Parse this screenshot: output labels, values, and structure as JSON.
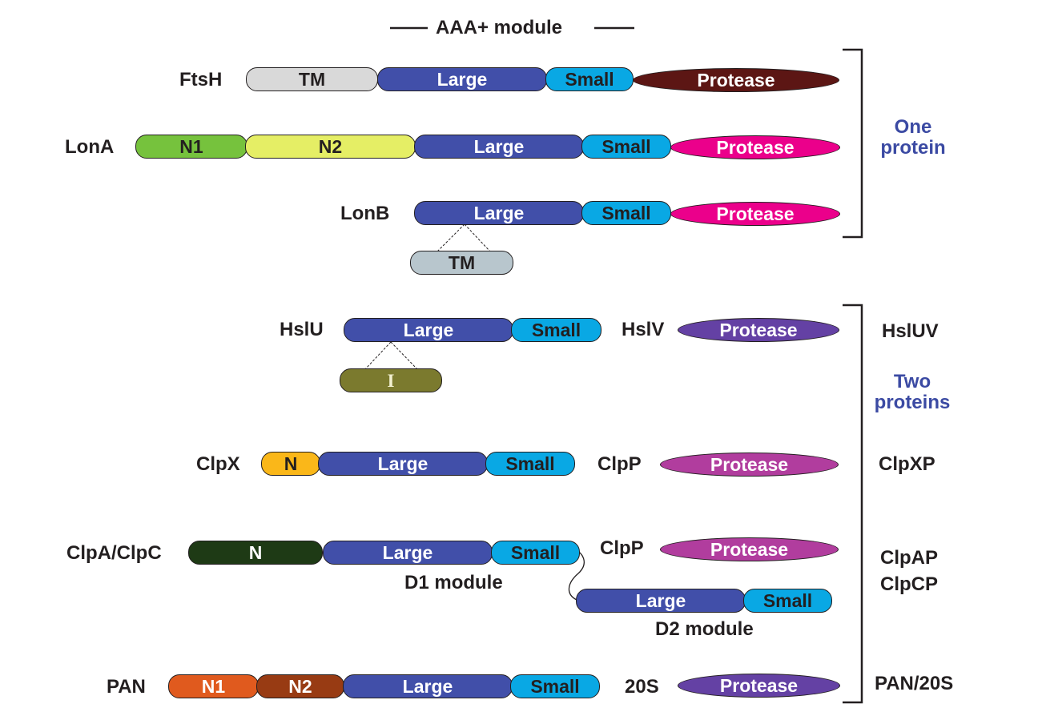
{
  "header": {
    "title": "AAA+ module"
  },
  "colors": {
    "large": "#414fa9",
    "small": "#09a8e4",
    "ftsh_protease": "#5c1614",
    "lon_protease": "#eb008b",
    "hslv_protease": "#6441a4",
    "clpp_protease": "#b13d9e",
    "tm_light": "#d9d9d9",
    "tm_blue": "#b8c6cd",
    "lon_n1": "#76c23d",
    "lon_n2": "#e5ee65",
    "insert": "#7b7a2e",
    "clpx_n": "#fab719",
    "clpa_n": "#1e3a15",
    "pan_n1": "#e05a1e",
    "pan_n2": "#983b13",
    "group_label": "#3b4aa3"
  },
  "groups": {
    "one_protein": "One\nprotein",
    "two_proteins": "Two\nproteins"
  },
  "rows": {
    "ftsh": {
      "name": "FtsH",
      "tm": "TM",
      "large": "Large",
      "small": "Small",
      "protease": "Protease"
    },
    "lona": {
      "name": "LonA",
      "n1": "N1",
      "n2": "N2",
      "large": "Large",
      "small": "Small",
      "protease": "Protease"
    },
    "lonb": {
      "name": "LonB",
      "large": "Large",
      "small": "Small",
      "protease": "Protease",
      "insert": "TM"
    },
    "hslu": {
      "name": "HslU",
      "large": "Large",
      "small": "Small",
      "insert": "I",
      "partner": "HslV",
      "protease": "Protease",
      "complex": "HslUV"
    },
    "clpx": {
      "name": "ClpX",
      "n": "N",
      "large": "Large",
      "small": "Small",
      "partner": "ClpP",
      "protease": "Protease",
      "complex": "ClpXP"
    },
    "clpa": {
      "name": "ClpA/ClpC",
      "n": "N",
      "large": "Large",
      "small": "Small",
      "d1": "D1 module",
      "large2": "Large",
      "small2": "Small",
      "d2": "D2 module",
      "partner": "ClpP",
      "protease": "Protease",
      "complex1": "ClpAP",
      "complex2": "ClpCP"
    },
    "pan": {
      "name": "PAN",
      "n1": "N1",
      "n2": "N2",
      "large": "Large",
      "small": "Small",
      "partner": "20S",
      "protease": "Protease",
      "complex": "PAN/20S"
    }
  }
}
